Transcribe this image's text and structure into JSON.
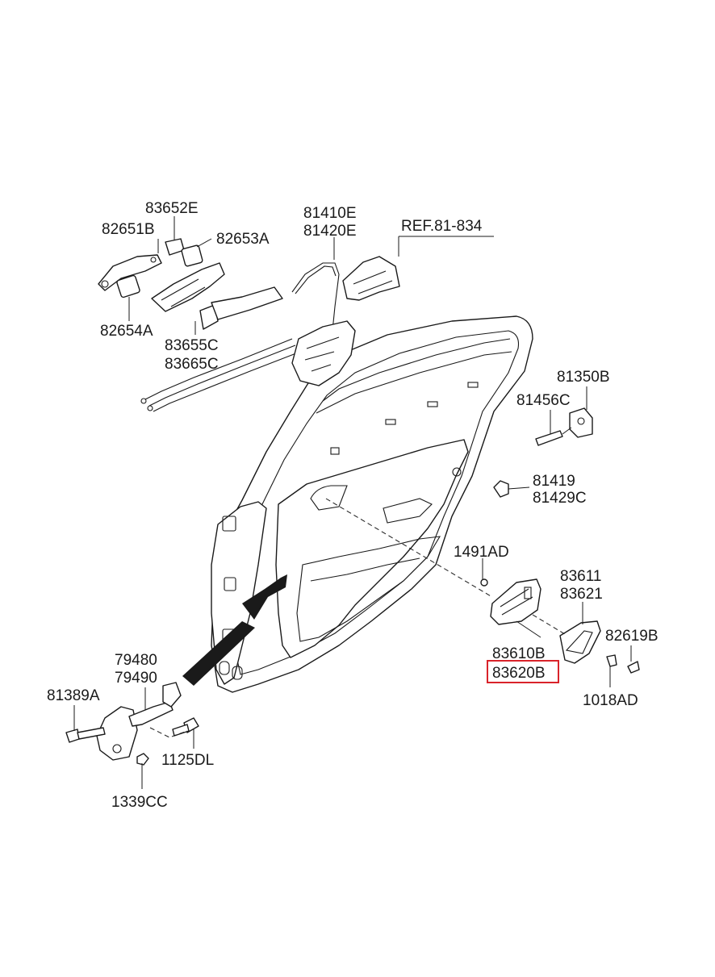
{
  "labels": {
    "p83652E": "83652E",
    "p82651B": "82651B",
    "p82653A": "82653A",
    "p82654A": "82654A",
    "p83655C": "83655C",
    "p83665C": "83665C",
    "p81410E": "81410E",
    "p81420E": "81420E",
    "ref": "REF.81-834",
    "p81350B": "81350B",
    "p81456C": "81456C",
    "p81419": "81419",
    "p81429C": "81429C",
    "p1491AD": "1491AD",
    "p83611": "83611",
    "p83621": "83621",
    "p82619B": "82619B",
    "p83610B": "83610B",
    "p83620B": "83620B",
    "p1018AD": "1018AD",
    "p79480": "79480",
    "p79490": "79490",
    "p81389A": "81389A",
    "p1125DL": "1125DL",
    "p1339CC": "1339CC"
  },
  "highlight": {
    "part": "83620B",
    "color": "#d9232a"
  }
}
